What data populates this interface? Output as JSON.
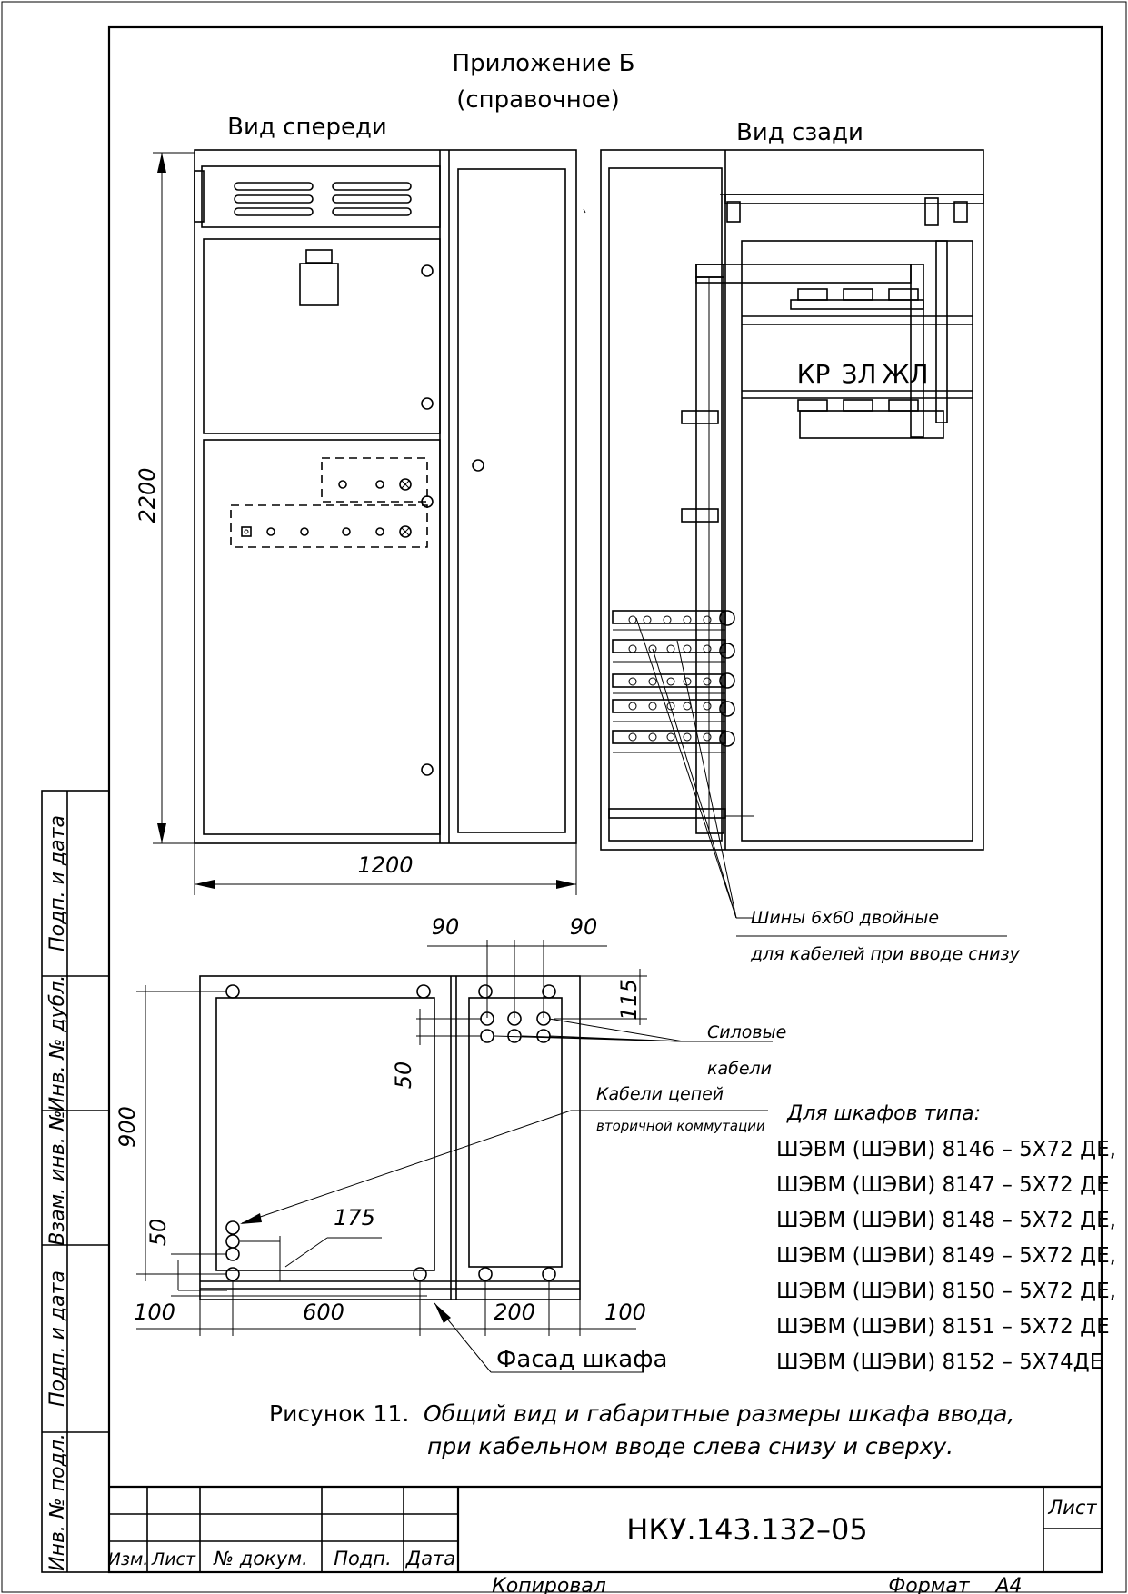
{
  "sheet": {
    "appendix_title": "Приложение Б",
    "appendix_subtitle": "(справочное)",
    "front_view_label": "Вид спереди",
    "rear_view_label": "Вид сзади"
  },
  "front_view": {
    "height_dim": "2200",
    "width_dim": "1200"
  },
  "rear_view": {
    "phase_labels": [
      "КР",
      "ЗЛ",
      "ЖЛ"
    ],
    "busbar_note_line1": "Шины 6х60 двойные",
    "busbar_note_line2": "для кабелей при вводе  снизу"
  },
  "plan_view": {
    "dim_top_left": "90",
    "dim_top_right": "90",
    "dim_115": "115",
    "dim_50_upper": "50",
    "dim_900": "900",
    "dim_50_lower": "50",
    "dim_175": "175",
    "dim_100_left": "100",
    "dim_600": "600",
    "dim_200": "200",
    "dim_100_right": "100",
    "power_cables_line1": "Силовые",
    "power_cables_line2": "кабели",
    "control_cables_line1": "Кабели цепей",
    "control_cables_line2": "вторичной коммутации",
    "facade_label": "Фасад шкафа"
  },
  "cabinet_types": {
    "heading": "Для шкафов типа:",
    "items": [
      "ШЭВМ (ШЭВИ) 8146 – 5Х72 ДЕ,",
      "ШЭВМ (ШЭВИ) 8147 – 5Х72 ДЕ",
      "ШЭВМ (ШЭВИ) 8148 – 5Х72 ДЕ,",
      "ШЭВМ (ШЭВИ) 8149 – 5Х72 ДЕ,",
      "ШЭВМ (ШЭВИ) 8150 – 5Х72 ДЕ,",
      "ШЭВМ (ШЭВИ) 8151 – 5Х72 ДЕ",
      "ШЭВМ (ШЭВИ) 8152 – 5Х74ДЕ"
    ]
  },
  "caption": {
    "figure_label": "Рисунок 11.",
    "line1": "Общий вид и габаритные размеры шкафа ввода,",
    "line2": "при кабельном вводе слева снизу и сверху."
  },
  "side_stamp": {
    "labels": [
      "Подп. и дата",
      "Инв. № дубл.",
      "Взам. инв. №",
      "Подп. и дата",
      "Инв. № подл."
    ]
  },
  "title_block": {
    "col_izm": "Изм.",
    "col_list": "Лист",
    "col_docnum": "№ докум.",
    "col_podp": "Подп.",
    "col_data": "Дата",
    "doc_code": "НКУ.143.132–05",
    "sheet_label": "Лист",
    "copied": "Копировал",
    "format_label": "Формат",
    "format_value": "А4"
  }
}
